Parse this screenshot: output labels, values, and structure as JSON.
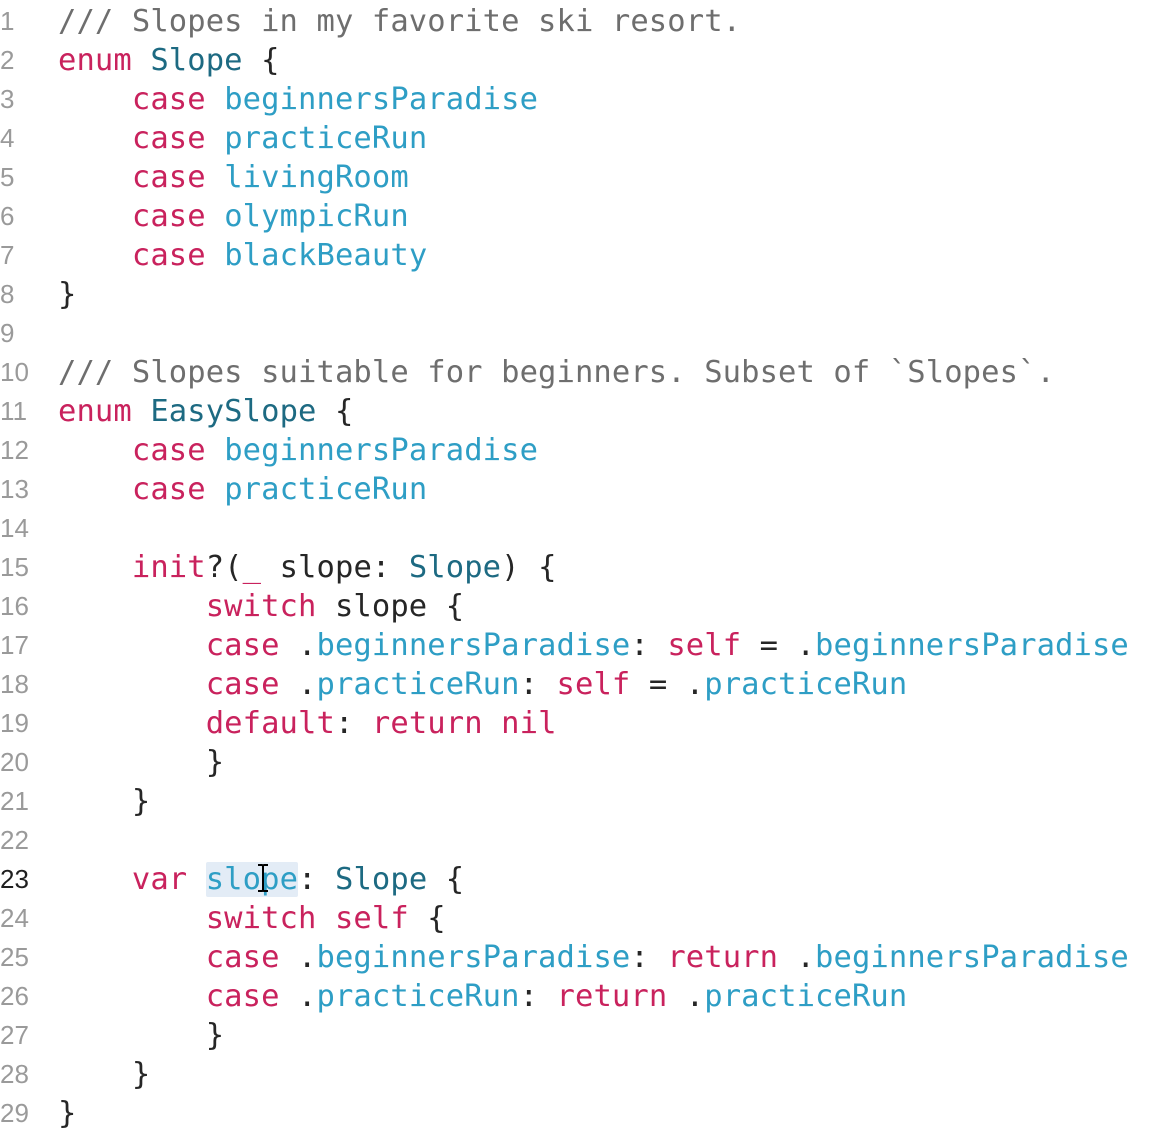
{
  "editor": {
    "current_line": 23,
    "lines": [
      {
        "n": "1",
        "tokens": [
          {
            "t": "/// Slopes in my favorite ski resort.",
            "c": "comment"
          }
        ]
      },
      {
        "n": "2",
        "tokens": [
          {
            "t": "enum",
            "c": "kw"
          },
          {
            "t": " ",
            "c": "plain"
          },
          {
            "t": "Slope",
            "c": "type"
          },
          {
            "t": " {",
            "c": "plain"
          }
        ]
      },
      {
        "n": "3",
        "tokens": [
          {
            "t": "    ",
            "c": "plain"
          },
          {
            "t": "case",
            "c": "kw"
          },
          {
            "t": " ",
            "c": "plain"
          },
          {
            "t": "beginnersParadise",
            "c": "ident"
          }
        ]
      },
      {
        "n": "4",
        "tokens": [
          {
            "t": "    ",
            "c": "plain"
          },
          {
            "t": "case",
            "c": "kw"
          },
          {
            "t": " ",
            "c": "plain"
          },
          {
            "t": "practiceRun",
            "c": "ident"
          }
        ]
      },
      {
        "n": "5",
        "tokens": [
          {
            "t": "    ",
            "c": "plain"
          },
          {
            "t": "case",
            "c": "kw"
          },
          {
            "t": " ",
            "c": "plain"
          },
          {
            "t": "livingRoom",
            "c": "ident"
          }
        ]
      },
      {
        "n": "6",
        "tokens": [
          {
            "t": "    ",
            "c": "plain"
          },
          {
            "t": "case",
            "c": "kw"
          },
          {
            "t": " ",
            "c": "plain"
          },
          {
            "t": "olympicRun",
            "c": "ident"
          }
        ]
      },
      {
        "n": "7",
        "tokens": [
          {
            "t": "    ",
            "c": "plain"
          },
          {
            "t": "case",
            "c": "kw"
          },
          {
            "t": " ",
            "c": "plain"
          },
          {
            "t": "blackBeauty",
            "c": "ident"
          }
        ]
      },
      {
        "n": "8",
        "tokens": [
          {
            "t": "}",
            "c": "plain"
          }
        ]
      },
      {
        "n": "9",
        "tokens": []
      },
      {
        "n": "10",
        "tokens": [
          {
            "t": "/// Slopes suitable for beginners. Subset of `Slopes`.",
            "c": "comment"
          }
        ]
      },
      {
        "n": "11",
        "tokens": [
          {
            "t": "enum",
            "c": "kw"
          },
          {
            "t": " ",
            "c": "plain"
          },
          {
            "t": "EasySlope",
            "c": "type"
          },
          {
            "t": " {",
            "c": "plain"
          }
        ]
      },
      {
        "n": "12",
        "tokens": [
          {
            "t": "    ",
            "c": "plain"
          },
          {
            "t": "case",
            "c": "kw"
          },
          {
            "t": " ",
            "c": "plain"
          },
          {
            "t": "beginnersParadise",
            "c": "ident"
          }
        ]
      },
      {
        "n": "13",
        "tokens": [
          {
            "t": "    ",
            "c": "plain"
          },
          {
            "t": "case",
            "c": "kw"
          },
          {
            "t": " ",
            "c": "plain"
          },
          {
            "t": "practiceRun",
            "c": "ident"
          }
        ]
      },
      {
        "n": "14",
        "tokens": []
      },
      {
        "n": "15",
        "tokens": [
          {
            "t": "    ",
            "c": "plain"
          },
          {
            "t": "init",
            "c": "kw"
          },
          {
            "t": "?(",
            "c": "plain"
          },
          {
            "t": "_",
            "c": "kw"
          },
          {
            "t": " slope: ",
            "c": "plain"
          },
          {
            "t": "Slope",
            "c": "type"
          },
          {
            "t": ") {",
            "c": "plain"
          }
        ]
      },
      {
        "n": "16",
        "tokens": [
          {
            "t": "        ",
            "c": "plain"
          },
          {
            "t": "switch",
            "c": "kw"
          },
          {
            "t": " slope {",
            "c": "plain"
          }
        ]
      },
      {
        "n": "17",
        "tokens": [
          {
            "t": "        ",
            "c": "plain"
          },
          {
            "t": "case",
            "c": "kw"
          },
          {
            "t": " .",
            "c": "plain"
          },
          {
            "t": "beginnersParadise",
            "c": "ident"
          },
          {
            "t": ": ",
            "c": "plain"
          },
          {
            "t": "self",
            "c": "kw"
          },
          {
            "t": " = .",
            "c": "plain"
          },
          {
            "t": "beginnersParadise",
            "c": "ident"
          }
        ]
      },
      {
        "n": "18",
        "tokens": [
          {
            "t": "        ",
            "c": "plain"
          },
          {
            "t": "case",
            "c": "kw"
          },
          {
            "t": " .",
            "c": "plain"
          },
          {
            "t": "practiceRun",
            "c": "ident"
          },
          {
            "t": ": ",
            "c": "plain"
          },
          {
            "t": "self",
            "c": "kw"
          },
          {
            "t": " = .",
            "c": "plain"
          },
          {
            "t": "practiceRun",
            "c": "ident"
          }
        ]
      },
      {
        "n": "19",
        "tokens": [
          {
            "t": "        ",
            "c": "plain"
          },
          {
            "t": "default",
            "c": "kw"
          },
          {
            "t": ": ",
            "c": "plain"
          },
          {
            "t": "return",
            "c": "kw"
          },
          {
            "t": " ",
            "c": "plain"
          },
          {
            "t": "nil",
            "c": "kw"
          }
        ]
      },
      {
        "n": "20",
        "tokens": [
          {
            "t": "        }",
            "c": "plain"
          }
        ]
      },
      {
        "n": "21",
        "tokens": [
          {
            "t": "    }",
            "c": "plain"
          }
        ]
      },
      {
        "n": "22",
        "tokens": []
      },
      {
        "n": "23",
        "tokens": [
          {
            "t": "    ",
            "c": "plain"
          },
          {
            "t": "var",
            "c": "kw"
          },
          {
            "t": " ",
            "c": "plain"
          },
          {
            "t": "slope",
            "c": "ident-hl"
          },
          {
            "t": ": ",
            "c": "plain"
          },
          {
            "t": "Slope",
            "c": "type"
          },
          {
            "t": " {",
            "c": "plain"
          }
        ]
      },
      {
        "n": "24",
        "tokens": [
          {
            "t": "        ",
            "c": "plain"
          },
          {
            "t": "switch",
            "c": "kw"
          },
          {
            "t": " ",
            "c": "plain"
          },
          {
            "t": "self",
            "c": "kw"
          },
          {
            "t": " {",
            "c": "plain"
          }
        ]
      },
      {
        "n": "25",
        "tokens": [
          {
            "t": "        ",
            "c": "plain"
          },
          {
            "t": "case",
            "c": "kw"
          },
          {
            "t": " .",
            "c": "plain"
          },
          {
            "t": "beginnersParadise",
            "c": "ident"
          },
          {
            "t": ": ",
            "c": "plain"
          },
          {
            "t": "return",
            "c": "kw"
          },
          {
            "t": " .",
            "c": "plain"
          },
          {
            "t": "beginnersParadise",
            "c": "ident"
          }
        ]
      },
      {
        "n": "26",
        "tokens": [
          {
            "t": "        ",
            "c": "plain"
          },
          {
            "t": "case",
            "c": "kw"
          },
          {
            "t": " .",
            "c": "plain"
          },
          {
            "t": "practiceRun",
            "c": "ident"
          },
          {
            "t": ": ",
            "c": "plain"
          },
          {
            "t": "return",
            "c": "kw"
          },
          {
            "t": " .",
            "c": "plain"
          },
          {
            "t": "practiceRun",
            "c": "ident"
          }
        ]
      },
      {
        "n": "27",
        "tokens": [
          {
            "t": "        }",
            "c": "plain"
          }
        ]
      },
      {
        "n": "28",
        "tokens": [
          {
            "t": "    }",
            "c": "plain"
          }
        ]
      },
      {
        "n": "29",
        "tokens": [
          {
            "t": "}",
            "c": "plain"
          }
        ]
      }
    ]
  },
  "colors": {
    "keyword": "#c9225d",
    "type": "#1d6a82",
    "identifier": "#2e9ec5",
    "comment": "#6e6e6e",
    "plain": "#262626",
    "selection_highlight": "#e3ecf6"
  },
  "icons": {
    "mouse_cursor": "i-beam-cursor-icon"
  }
}
